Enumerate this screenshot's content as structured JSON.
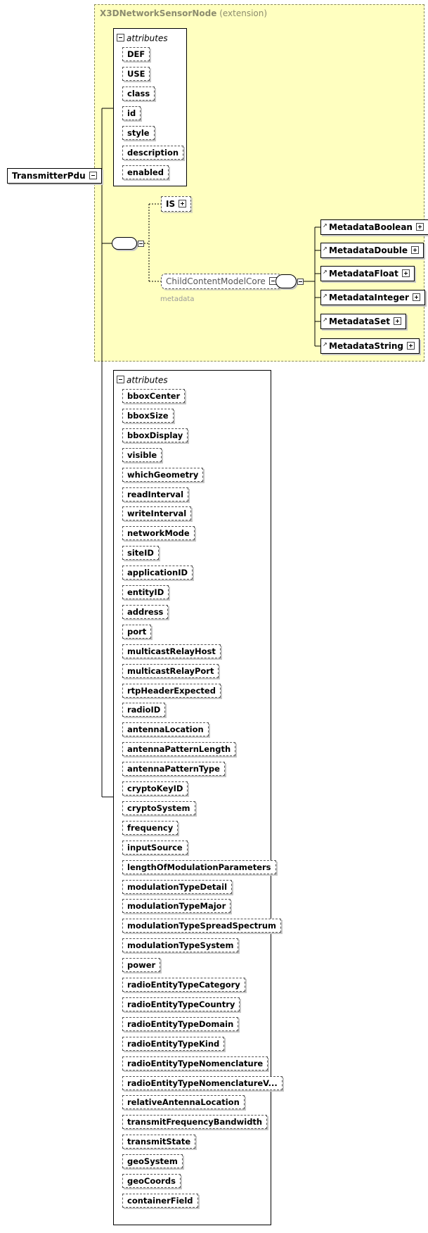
{
  "extension": {
    "name": "X3DNetworkSensorNode",
    "note": "(extension)"
  },
  "root": {
    "name": "TransmitterPdu"
  },
  "attributes_label": "attributes",
  "extension_attributes": [
    "DEF",
    "USE",
    "class",
    "id",
    "style",
    "description",
    "enabled"
  ],
  "is_node": {
    "name": "IS"
  },
  "group": {
    "name": "ChildContentModelCore",
    "sublabel": "metadata"
  },
  "metadata_nodes": [
    "MetadataBoolean",
    "MetadataDouble",
    "MetadataFloat",
    "MetadataInteger",
    "MetadataSet",
    "MetadataString"
  ],
  "attributes": [
    "bboxCenter",
    "bboxSize",
    "bboxDisplay",
    "visible",
    "whichGeometry",
    "readInterval",
    "writeInterval",
    "networkMode",
    "siteID",
    "applicationID",
    "entityID",
    "address",
    "port",
    "multicastRelayHost",
    "multicastRelayPort",
    "rtpHeaderExpected",
    "radioID",
    "antennaLocation",
    "antennaPatternLength",
    "antennaPatternType",
    "cryptoKeyID",
    "cryptoSystem",
    "frequency",
    "inputSource",
    "lengthOfModulationParameters",
    "modulationTypeDetail",
    "modulationTypeMajor",
    "modulationTypeSpreadSpectrum",
    "modulationTypeSystem",
    "power",
    "radioEntityTypeCategory",
    "radioEntityTypeCountry",
    "radioEntityTypeDomain",
    "radioEntityTypeKind",
    "radioEntityTypeNomenclature",
    "radioEntityTypeNomenclatureV...",
    "relativeAntennaLocation",
    "transmitFrequencyBandwidth",
    "transmitState",
    "geoSystem",
    "geoCoords",
    "containerField"
  ]
}
